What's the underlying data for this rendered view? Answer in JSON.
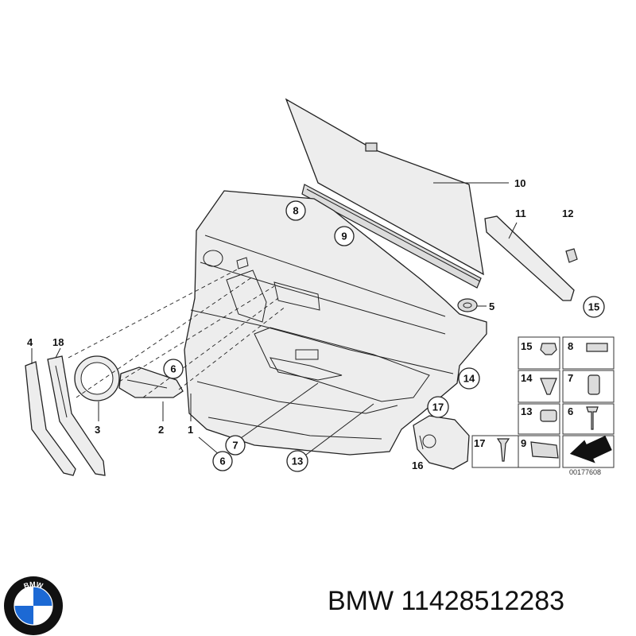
{
  "callouts": [
    {
      "id": "c1",
      "text": "1"
    },
    {
      "id": "c2",
      "text": "2"
    },
    {
      "id": "c3",
      "text": "3"
    },
    {
      "id": "c4",
      "text": "4"
    },
    {
      "id": "c5",
      "text": "5"
    },
    {
      "id": "c6a",
      "text": "6"
    },
    {
      "id": "c6b",
      "text": "6"
    },
    {
      "id": "c7",
      "text": "7"
    },
    {
      "id": "c8",
      "text": "8"
    },
    {
      "id": "c9",
      "text": "9"
    },
    {
      "id": "c10",
      "text": "10"
    },
    {
      "id": "c11",
      "text": "11"
    },
    {
      "id": "c12",
      "text": "12"
    },
    {
      "id": "c13",
      "text": "13"
    },
    {
      "id": "c14",
      "text": "14"
    },
    {
      "id": "c15",
      "text": "15"
    },
    {
      "id": "c16",
      "text": "16"
    },
    {
      "id": "c17",
      "text": "17"
    },
    {
      "id": "c18",
      "text": "18"
    }
  ],
  "legend": {
    "items": [
      {
        "id": "l15",
        "text": "15"
      },
      {
        "id": "l8",
        "text": "8"
      },
      {
        "id": "l14",
        "text": "14"
      },
      {
        "id": "l7",
        "text": "7"
      },
      {
        "id": "l13",
        "text": "13"
      },
      {
        "id": "l6",
        "text": "6"
      },
      {
        "id": "l17",
        "text": "17"
      },
      {
        "id": "l9",
        "text": "9"
      }
    ]
  },
  "diagram_code": "00177608",
  "brand_text": "BMW 11428512283",
  "logo": {
    "icon": "bmw-roundel-icon",
    "letters": "BMW",
    "colors": {
      "blue": "#1c69d4",
      "ring": "#111111",
      "white": "#ffffff"
    }
  }
}
